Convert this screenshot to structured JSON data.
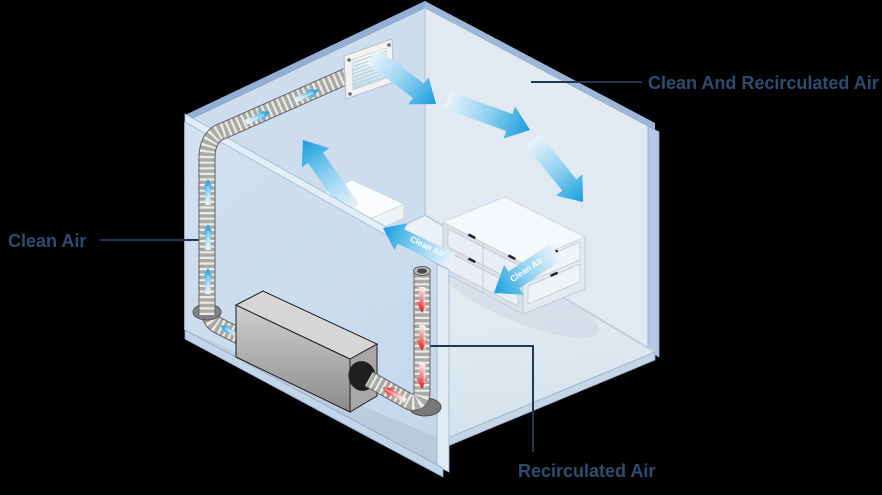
{
  "labels": {
    "clean_air": "Clean Air",
    "recirculated_air": "Recirculated Air",
    "clean_and_recirculated_air": "Clean And Recirculated Air"
  },
  "arrow_labels": {
    "clean_air_room": "Clean Air",
    "clean_air_wall": "Clean Air"
  },
  "duct_labels": {
    "clean": "Clean Air",
    "recirculated": "Recirculated Air"
  },
  "colors": {
    "background": "#000000",
    "wall_left": "#cddded",
    "wall_right": "#e1eaf2",
    "wall_edge": "#93afd3",
    "floor": "#e3ecf3",
    "arrow_blue": "#169ede",
    "arrow_red": "#e01414",
    "duct_gray": "#a9a9a5",
    "ac_unit_gray": "#b0b0b0",
    "label_text": "#2e4d6e",
    "leader_line": "#223850"
  }
}
